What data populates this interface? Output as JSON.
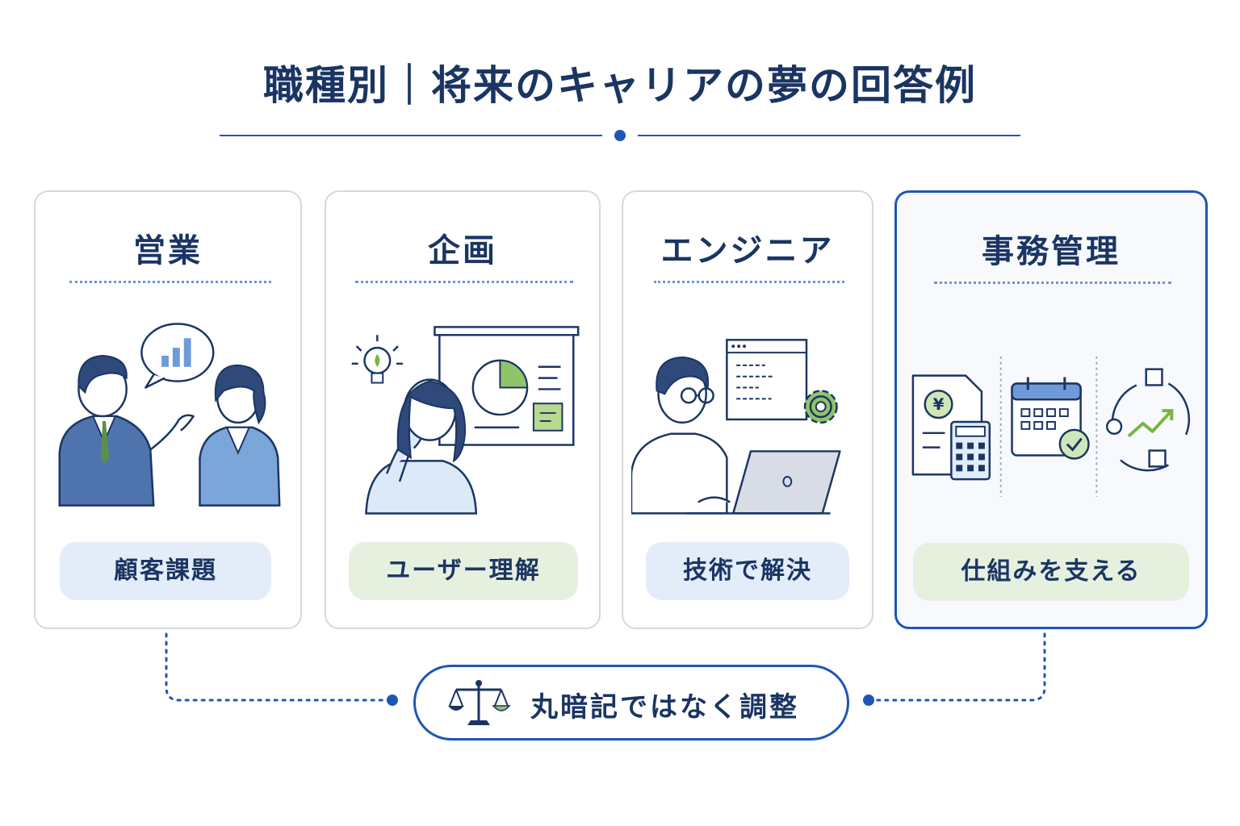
{
  "title": "職種別｜将来のキャリアの夢の回答例",
  "cards": [
    {
      "title": "営業",
      "label": "顧客課題"
    },
    {
      "title": "企画",
      "label": "ユーザー理解"
    },
    {
      "title": "エンジニア",
      "label": "技術で解決"
    },
    {
      "title": "事務管理",
      "label": "仕組みを支える"
    }
  ],
  "bottom": {
    "label": "丸暗記ではなく調整"
  },
  "icons": {
    "sales": [
      "speech-bubble-chart-icon",
      "businessman-icon",
      "businesswoman-icon"
    ],
    "planning": [
      "lightbulb-icon",
      "whiteboard-pie-chart-icon",
      "sticky-note-icon",
      "thinking-woman-icon"
    ],
    "engineer": [
      "code-window-icon",
      "gear-icon",
      "laptop-icon",
      "engineer-man-icon"
    ],
    "admin": [
      "yen-document-calculator-icon",
      "calendar-check-icon",
      "cycle-growth-icon"
    ],
    "bottom": "balance-scale-icon"
  },
  "colors": {
    "navy": "#1b3563",
    "accent_blue": "#1e56b8",
    "green": "#7cb342",
    "pill_blue": "#e3edf9",
    "pill_green": "#e6f0df"
  }
}
